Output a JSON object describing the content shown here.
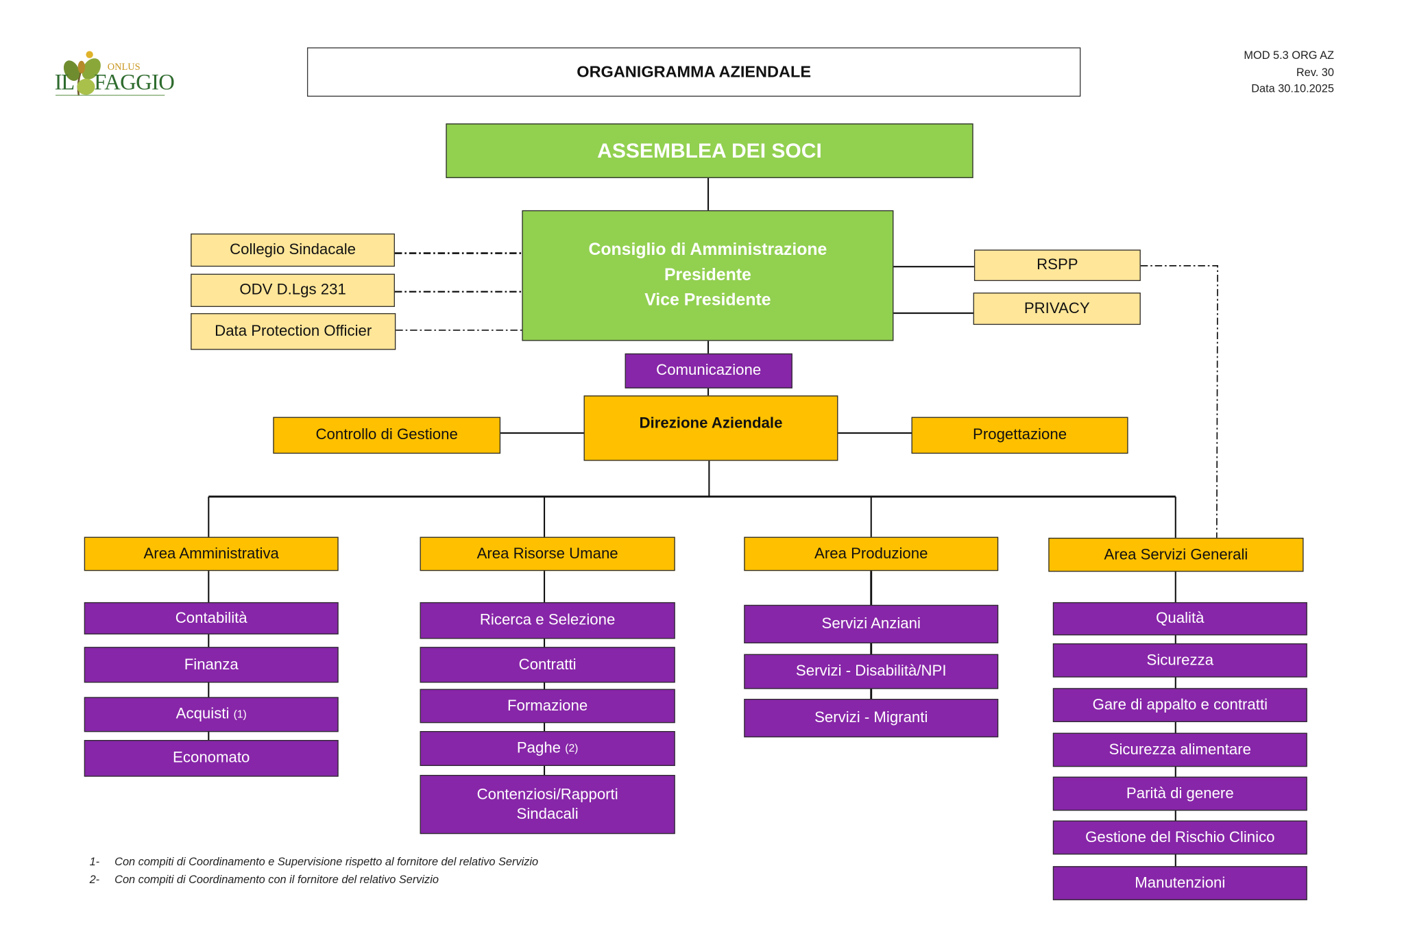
{
  "header": {
    "title": "ORGANIGRAMMA AZIENDALE",
    "doc_code": "MOD 5.3 ORG AZ",
    "revision": "Rev. 30",
    "date": "Data 30.10.2025",
    "logo": {
      "prefix": "IL",
      "name": "FAGGIO",
      "tag": "ONLUS"
    }
  },
  "colors": {
    "governance_green": "#92d050",
    "staff_light_yellow": "#ffe699",
    "management_gold": "#ffc000",
    "function_purple": "#8726a8"
  },
  "governance": {
    "assembly": "ASSEMBLEA DEI SOCI",
    "board": {
      "line1": "Consiglio di Amministrazione",
      "line2": "Presidente",
      "line3": "Vice Presidente"
    },
    "control_bodies": [
      "Collegio Sindacale",
      "ODV D.Lgs 231",
      "Data Protection Officier"
    ],
    "board_staff": [
      "RSPP",
      "PRIVACY"
    ]
  },
  "management": {
    "communication": "Comunicazione",
    "direction": "Direzione Aziendale",
    "left_staff": "Controllo di Gestione",
    "right_staff": "Progettazione"
  },
  "areas": [
    {
      "name": "Area Amministrativa",
      "units": [
        {
          "label": "Contabilità",
          "note": ""
        },
        {
          "label": "Finanza",
          "note": ""
        },
        {
          "label": "Acquisti",
          "note": "(1)"
        },
        {
          "label": "Economato",
          "note": ""
        }
      ]
    },
    {
      "name": "Area Risorse Umane",
      "units": [
        {
          "label": "Ricerca e Selezione",
          "note": ""
        },
        {
          "label": "Contratti",
          "note": ""
        },
        {
          "label": "Formazione",
          "note": ""
        },
        {
          "label": "Paghe",
          "note": "(2)"
        },
        {
          "label": "Contenziosi/Rapporti Sindacali",
          "note": ""
        }
      ]
    },
    {
      "name": "Area Produzione",
      "units": [
        {
          "label": "Servizi Anziani",
          "note": ""
        },
        {
          "label": "Servizi - Disabilità/NPI",
          "note": ""
        },
        {
          "label": "Servizi - Migranti",
          "note": ""
        }
      ]
    },
    {
      "name": "Area Servizi Generali",
      "units": [
        {
          "label": "Qualità",
          "note": ""
        },
        {
          "label": "Sicurezza",
          "note": ""
        },
        {
          "label": "Gare di appalto e contratti",
          "note": ""
        },
        {
          "label": "Sicurezza alimentare",
          "note": ""
        },
        {
          "label": "Parità di genere",
          "note": ""
        },
        {
          "label": "Gestione del Rischio Clinico",
          "note": ""
        },
        {
          "label": "Manutenzioni",
          "note": ""
        }
      ]
    }
  ],
  "footnotes": [
    {
      "num": "1-",
      "text": "Con compiti di Coordinamento e Supervisione rispetto al fornitore del relativo Servizio"
    },
    {
      "num": "2-",
      "text": "Con compiti di Coordinamento con il fornitore del relativo Servizio"
    }
  ]
}
